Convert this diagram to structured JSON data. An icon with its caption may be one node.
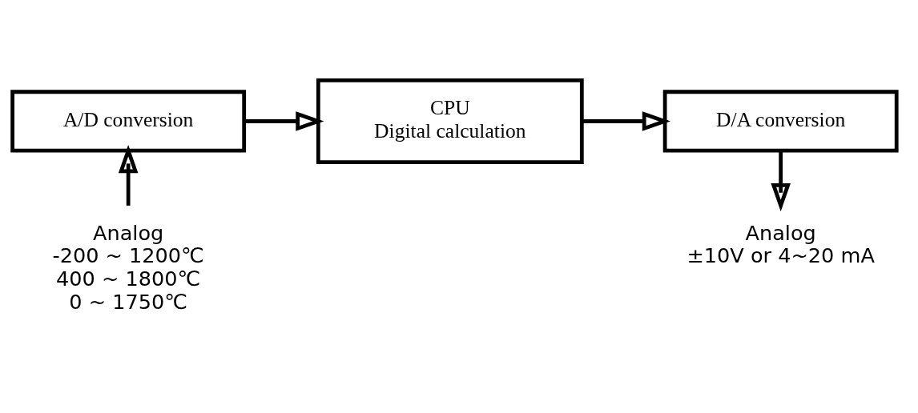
{
  "diagram": {
    "nodes": [
      {
        "text": [
          "A/D conversion"
        ]
      },
      {
        "text": [
          "CPU",
          "Digital calculation"
        ]
      },
      {
        "text": [
          "D/A conversion"
        ]
      },
      {
        "text": [
          "Analog",
          "-200 ~ 1200℃",
          "400 ~ 1800℃",
          "0 ~ 1750℃"
        ]
      },
      {
        "text": [
          "Analog",
          "±10V or 4~20 mA"
        ]
      }
    ],
    "edges": [
      {
        "from": 0,
        "to": 1,
        "arrow": "to"
      },
      {
        "from": 1,
        "to": 2,
        "arrow": "to"
      },
      {
        "from": 3,
        "to": 0,
        "arrow": "to"
      },
      {
        "from": 2,
        "to": 4,
        "arrow": "to"
      }
    ]
  }
}
